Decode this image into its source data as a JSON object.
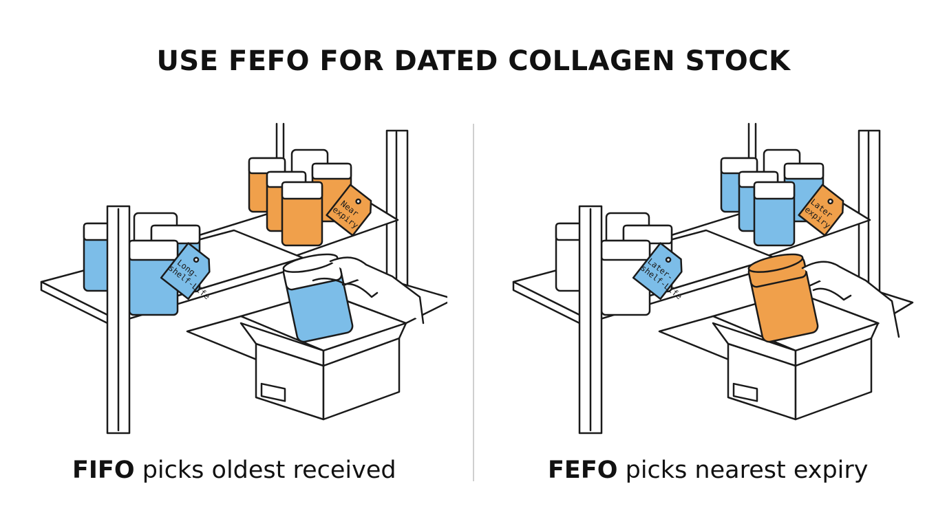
{
  "title": "USE FEFO FOR DATED COLLAGEN STOCK",
  "colors": {
    "blue": "#7cbde8",
    "orange": "#f0a04b",
    "outline": "#1a1a1a",
    "divider": "#cfcfcf"
  },
  "left_panel": {
    "caption_bold": "FIFO",
    "caption_rest": " picks oldest received",
    "tag_shelf_line1": "Long-",
    "tag_shelf_line2": "shelf-Life",
    "tag_top_line1": "Near",
    "tag_top_line2": "expiry"
  },
  "right_panel": {
    "caption_bold": "FEFO",
    "caption_rest": " picks nearest expiry",
    "tag_shelf_line1": "Later-",
    "tag_shelf_line2": "shelf-Life",
    "tag_top_line1": "Later",
    "tag_top_line2": "expiry"
  }
}
